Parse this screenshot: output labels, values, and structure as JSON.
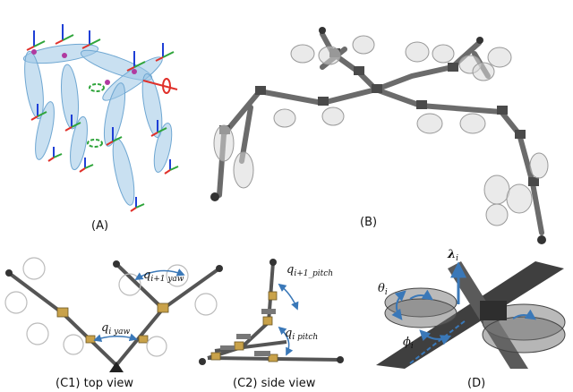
{
  "panels": {
    "a": {
      "label": "(A)"
    },
    "b": {
      "label": "(B)"
    },
    "c1": {
      "label": "(C1)",
      "caption": "top view",
      "q_next": {
        "base": "q",
        "sub": "i+1 yaw"
      },
      "q_cur": {
        "base": "q",
        "sub": "i yaw"
      }
    },
    "c2": {
      "label": "(C2)",
      "caption": "side view",
      "q_next": {
        "base": "q",
        "sub": "i+1_pitch"
      },
      "q_cur": {
        "base": "q",
        "sub": "i pitch"
      }
    },
    "d": {
      "label": "(D)",
      "lambda": {
        "base": "λ",
        "sub": "i"
      },
      "theta": {
        "base": "θ",
        "sub": "i"
      },
      "phi": {
        "base": "ϕ",
        "sub": "i"
      }
    }
  },
  "colors": {
    "axis_x": "#e0302a",
    "axis_y": "#2ea43a",
    "axis_z": "#1f3fd6",
    "link": "#9cc6e6",
    "rot_yaw": "#e0302a",
    "rot_joint": "#2ea43a",
    "annotation": "#3a78b8",
    "robot": "#555555"
  }
}
